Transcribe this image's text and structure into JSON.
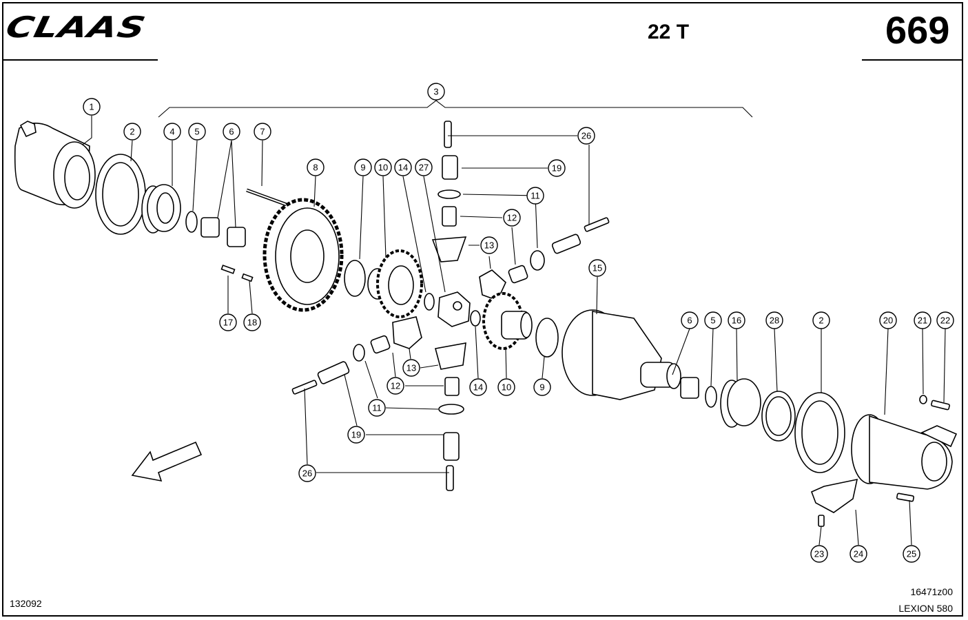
{
  "header": {
    "logo": "CLAAS",
    "title": "22 T",
    "page_number": "669"
  },
  "footer": {
    "image_number": "132092",
    "drawing_code": "16471z00",
    "model": "LEXION 580"
  },
  "callouts": [
    {
      "id": "c1",
      "label": "1"
    },
    {
      "id": "c2a",
      "label": "2"
    },
    {
      "id": "c4",
      "label": "4"
    },
    {
      "id": "c5a",
      "label": "5"
    },
    {
      "id": "c6a",
      "label": "6"
    },
    {
      "id": "c7",
      "label": "7"
    },
    {
      "id": "c3",
      "label": "3"
    },
    {
      "id": "c8",
      "label": "8"
    },
    {
      "id": "c9a",
      "label": "9"
    },
    {
      "id": "c10a",
      "label": "10"
    },
    {
      "id": "c14a",
      "label": "14"
    },
    {
      "id": "c27",
      "label": "27"
    },
    {
      "id": "c26a",
      "label": "26"
    },
    {
      "id": "c19a",
      "label": "19"
    },
    {
      "id": "c11a",
      "label": "11"
    },
    {
      "id": "c12a",
      "label": "12"
    },
    {
      "id": "c13a",
      "label": "13"
    },
    {
      "id": "c15",
      "label": "15"
    },
    {
      "id": "c17",
      "label": "17"
    },
    {
      "id": "c18",
      "label": "18"
    },
    {
      "id": "c13b",
      "label": "13"
    },
    {
      "id": "c12b",
      "label": "12"
    },
    {
      "id": "c14b",
      "label": "14"
    },
    {
      "id": "c10b",
      "label": "10"
    },
    {
      "id": "c9b",
      "label": "9"
    },
    {
      "id": "c11b",
      "label": "11"
    },
    {
      "id": "c19b",
      "label": "19"
    },
    {
      "id": "c26b",
      "label": "26"
    },
    {
      "id": "c6b",
      "label": "6"
    },
    {
      "id": "c5b",
      "label": "5"
    },
    {
      "id": "c16",
      "label": "16"
    },
    {
      "id": "c28",
      "label": "28"
    },
    {
      "id": "c2b",
      "label": "2"
    },
    {
      "id": "c20",
      "label": "20"
    },
    {
      "id": "c21",
      "label": "21"
    },
    {
      "id": "c22",
      "label": "22"
    },
    {
      "id": "c23",
      "label": "23"
    },
    {
      "id": "c24",
      "label": "24"
    },
    {
      "id": "c25",
      "label": "25"
    }
  ]
}
